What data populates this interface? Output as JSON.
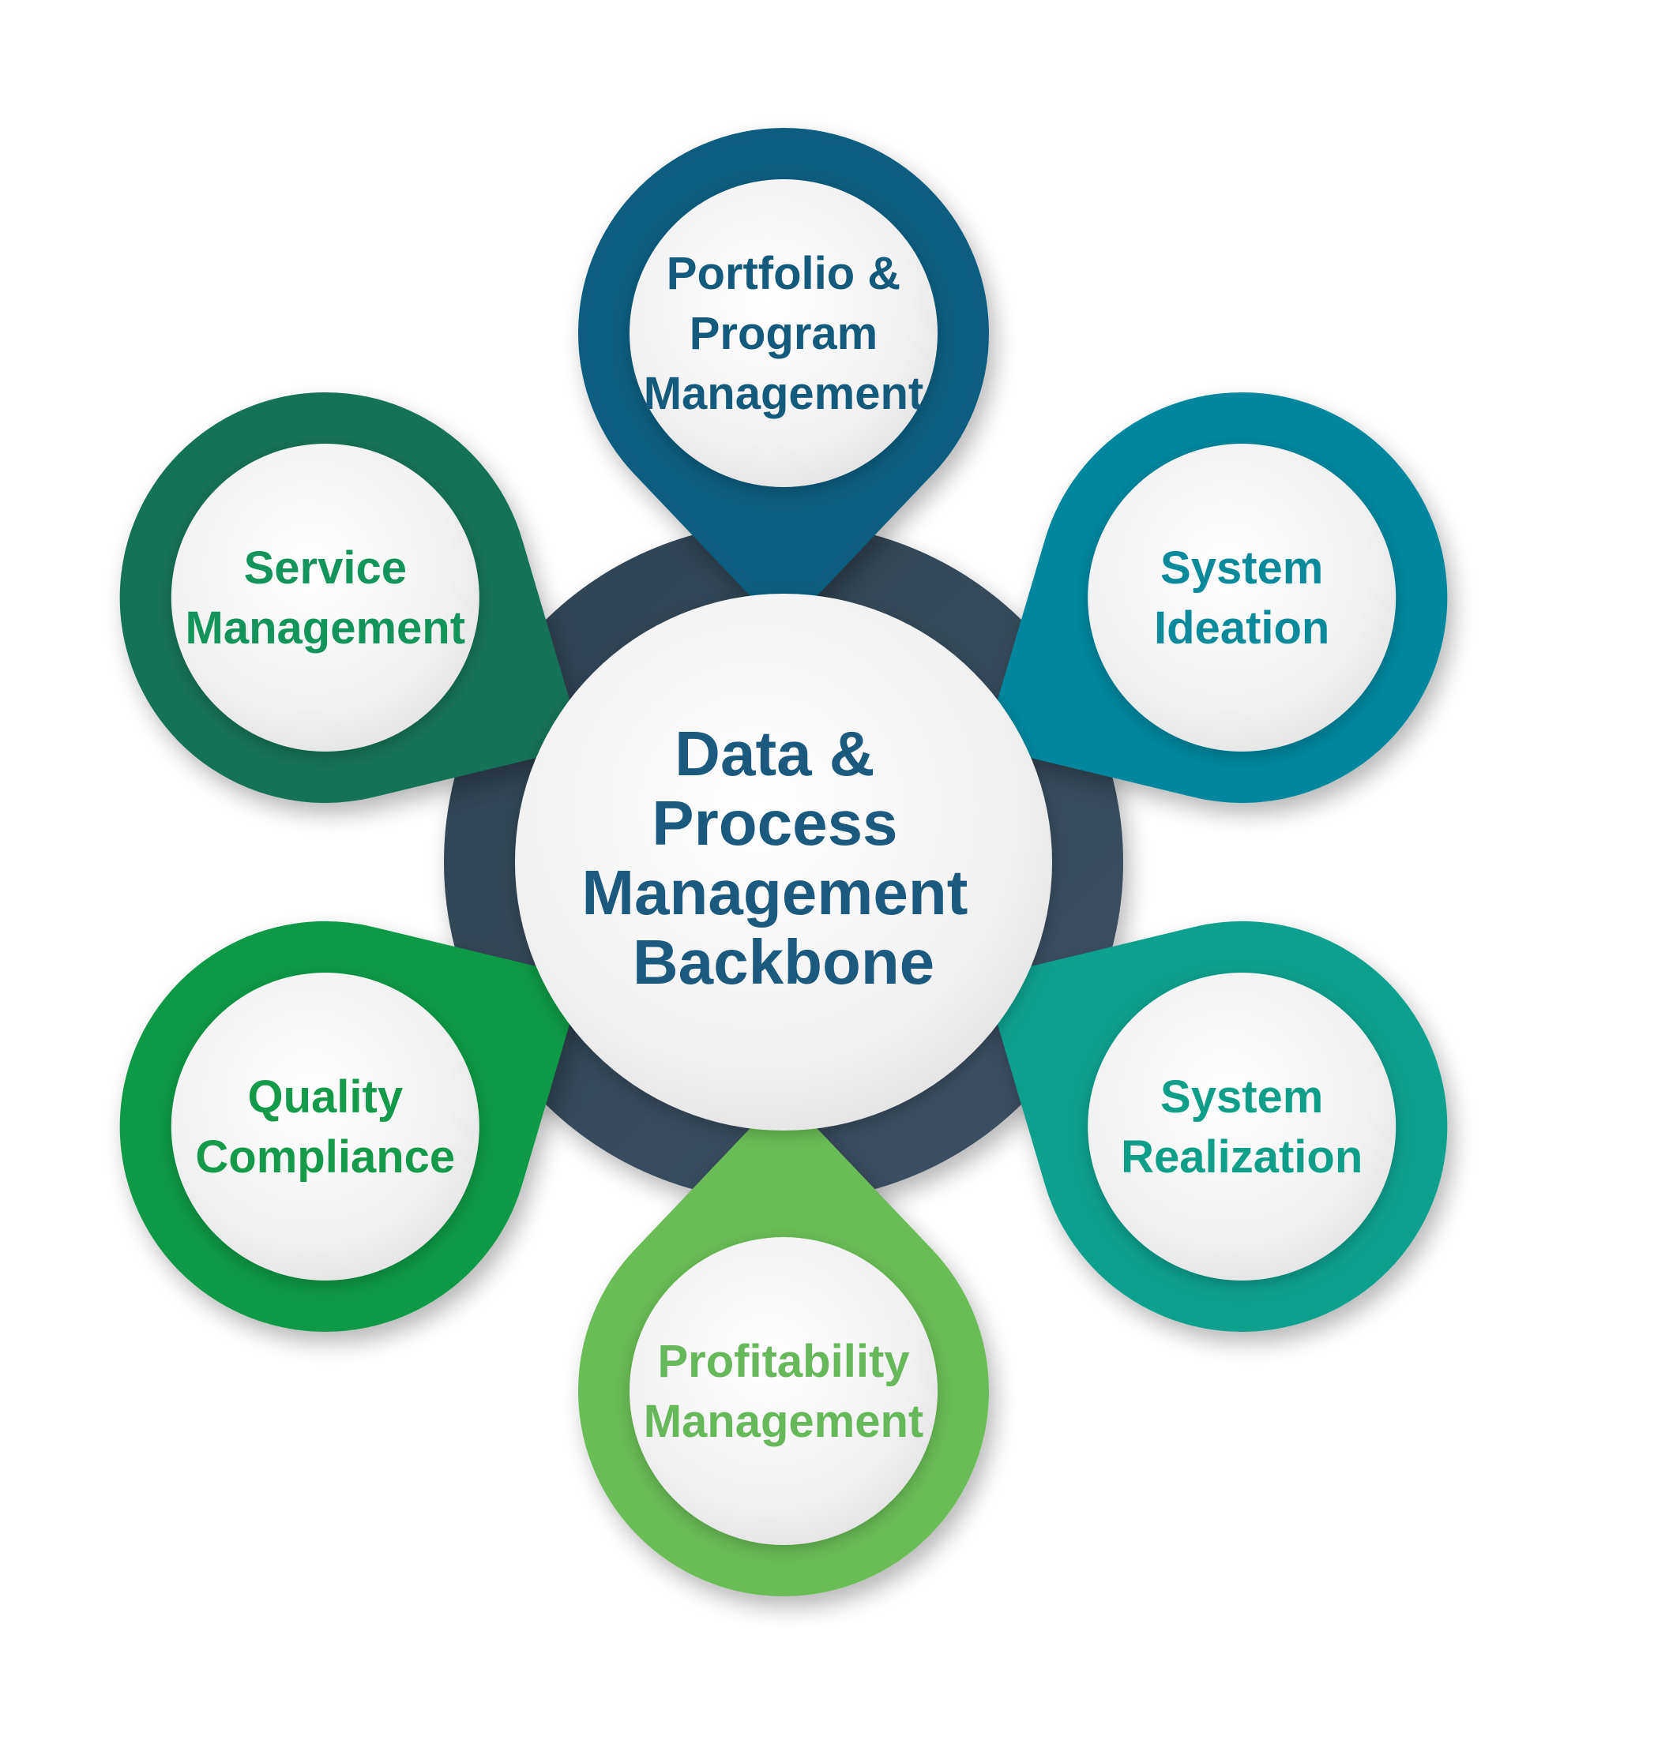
{
  "hub": {
    "lines": [
      "Data &",
      "Process",
      "Management",
      "Backbone"
    ],
    "text_color": "#1b5a7e",
    "ring_color": "#36495a"
  },
  "nodes": [
    {
      "id": "portfolio",
      "lines": [
        "Portfolio &",
        "Program",
        "Management"
      ],
      "color": "#0e5d80",
      "text_color": "#135a7c",
      "icon": "map-pin-icon"
    },
    {
      "id": "ideation",
      "lines": [
        "System",
        "Ideation"
      ],
      "color": "#03879e",
      "text_color": "#0b8a9c",
      "icon": "map-pin-icon"
    },
    {
      "id": "realization",
      "lines": [
        "System",
        "Realization"
      ],
      "color": "#09a08c",
      "text_color": "#0f9e88",
      "icon": "map-pin-icon"
    },
    {
      "id": "profitability",
      "lines": [
        "Profitability",
        "Management"
      ],
      "color": "#6abd57",
      "text_color": "#66b85a",
      "icon": "map-pin-icon"
    },
    {
      "id": "quality",
      "lines": [
        "Quality",
        "Compliance"
      ],
      "color": "#0f9946",
      "text_color": "#159a4b",
      "icon": "map-pin-icon"
    },
    {
      "id": "service",
      "lines": [
        "Service",
        "Management"
      ],
      "color": "#127257",
      "text_color": "#12945a",
      "icon": "map-pin-icon"
    }
  ]
}
